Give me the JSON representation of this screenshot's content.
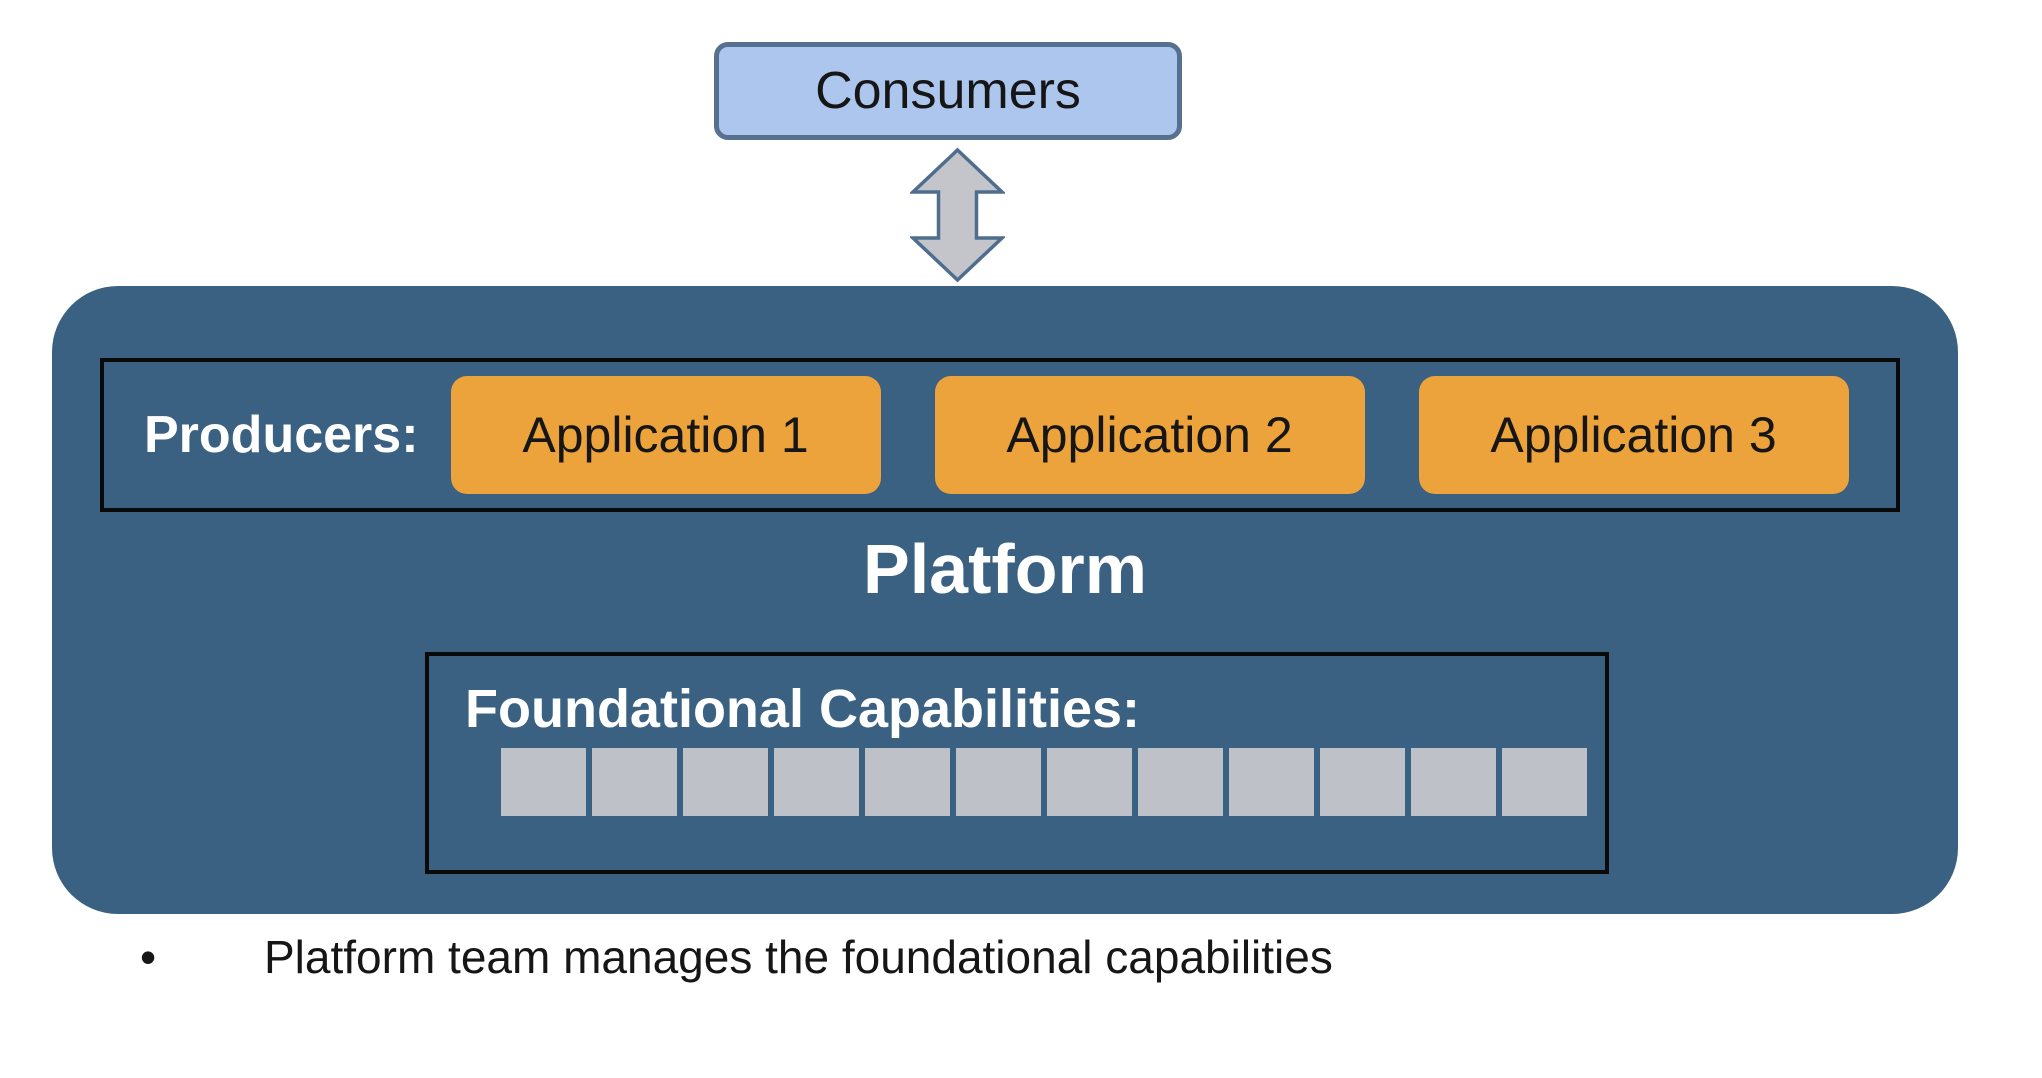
{
  "colors": {
    "platform_bg": "#3A6182",
    "orange": "#EDA33C",
    "consumers_fill": "#ADC6EE",
    "consumers_border": "#56708F",
    "arrow_fill": "#C3C5CA",
    "arrow_stroke": "#4F6E8D",
    "square_gray": "#BEC1C8",
    "box_border": "#0A0A0A",
    "text_dark": "#161616",
    "text_light": "#FFFFFF"
  },
  "consumers": {
    "label": "Consumers"
  },
  "platform": {
    "title": "Platform",
    "producers": {
      "label": "Producers:",
      "applications": [
        "Application 1",
        "Application 2",
        "Application 3"
      ]
    },
    "foundational": {
      "label": "Foundational Capabilities:",
      "square_count": 12
    }
  },
  "note": {
    "bullet": "•",
    "text": "Platform team manages the foundational capabilities"
  }
}
